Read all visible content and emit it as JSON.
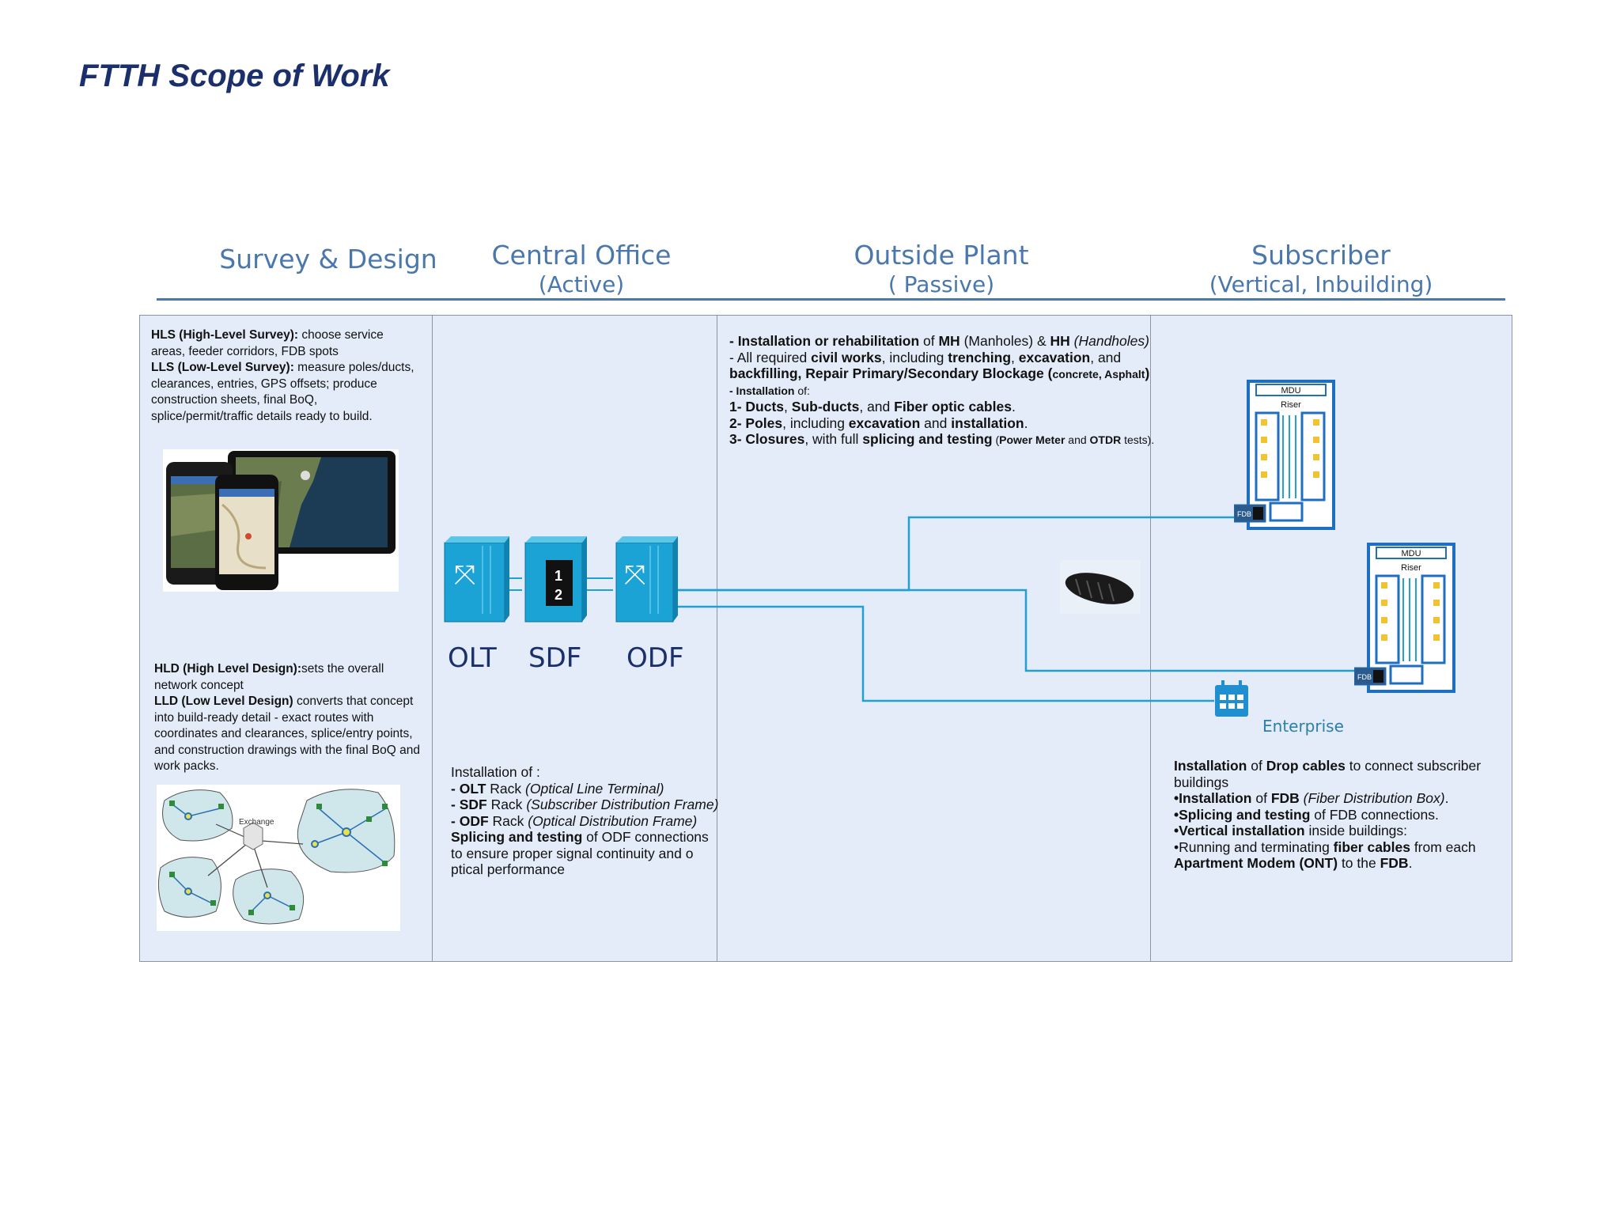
{
  "title": "FTTH Scope of Work",
  "columns": {
    "survey": {
      "title": "Survey & Design",
      "subtitle": ""
    },
    "central": {
      "title": "Central Office",
      "subtitle": "(Active)"
    },
    "outside": {
      "title": "Outside Plant",
      "subtitle": "( Passive)"
    },
    "subscriber": {
      "title": "Subscriber",
      "subtitle": "(Vertical, Inbuilding)"
    }
  },
  "survey": {
    "hls_label": "HLS (High-Level Survey):",
    "hls_text": " choose service areas, feeder corridors, FDB spots",
    "lls_label": "LLS (Low-Level Survey):",
    "lls_text": " measure poles/ducts, clearances, entries, GPS offsets; produce construction sheets, final BoQ, splice/permit/traffic details ready to build.",
    "hld_label": "HLD (High Level Design):",
    "hld_text": "sets the overall network concept",
    "lld_label": "LLD (Low Level Design)",
    "lld_text": " converts that concept into build-ready detail - exact routes with coordinates and clearances, splice/entry points, and construction drawings with the final BoQ and work packs.",
    "map_label": "Exchange"
  },
  "central": {
    "devices": [
      "OLT",
      "SDF",
      "ODF"
    ],
    "sdf_numbers": [
      "1",
      "2"
    ],
    "intro": "Installation of :",
    "items": [
      {
        "prefix": "- ",
        "name": "OLT",
        "mid": " Rack ",
        "desc": "(Optical Line Terminal)"
      },
      {
        "prefix": "- ",
        "name": "SDF",
        "mid": " Rack ",
        "desc": "(Subscriber Distribution Frame)"
      },
      {
        "prefix": "- ",
        "name": "ODF",
        "mid": " Rack ",
        "desc": "(Optical Distribution Frame)"
      }
    ],
    "splice_bold": "Splicing and testing",
    "splice_rest": " of ODF connections",
    "splice_line2": " to ensure proper signal continuity and o",
    "splice_line3": "ptical performance"
  },
  "outside": {
    "l1": {
      "a": "- Installation or rehabilitation",
      "b": " of ",
      "c": "MH",
      "d": " (Manholes) & ",
      "e": "HH",
      "f": " (Handholes)"
    },
    "l2": {
      "a": "- All required ",
      "b": "civil works",
      "c": ", including ",
      "d": "trenching",
      "e": ", ",
      "f": "excavation",
      "g": ", and"
    },
    "l3": {
      "a": "backfilling, Repair Primary/Secondary Blockage (",
      "b": "concrete, Asphalt",
      "c": ")"
    },
    "l4": {
      "a": "- Installation",
      "b": " of:"
    },
    "l5": {
      "a": "1- Ducts",
      "b": ", ",
      "c": "Sub-ducts",
      "d": ", and ",
      "e": "Fiber optic cables",
      "f": "."
    },
    "l6": {
      "a": "2- Poles",
      "b": ", including ",
      "c": "excavation",
      "d": " and ",
      "e": "installation",
      "f": "."
    },
    "l7": {
      "a": "3- Closures",
      "b": ", with full ",
      "c": "splicing and testing",
      "d": " (",
      "e": "Power Meter",
      "f": " and ",
      "g": "OTDR",
      "h": " tests)."
    }
  },
  "subscriber": {
    "mdu_label": "MDU",
    "riser_label": "Riser",
    "fdb_label": "FDB",
    "enterprise_label": "Enterprise",
    "p1": {
      "a": "Installation",
      "b": " of ",
      "c": "Drop cables",
      "d": " to connect subscriber buildings"
    },
    "p2": {
      "a": "•Installation",
      "b": " of ",
      "c": "FDB",
      "d": " (Fiber Distribution Box)",
      "e": "."
    },
    "p3": {
      "a": "•Splicing and testing",
      "b": " of FDB connections."
    },
    "p4": {
      "a": "•Vertical installation",
      "b": " inside buildings:"
    },
    "p5": {
      "a": "•Running and terminating ",
      "b": "fiber cables",
      "c": " from each"
    },
    "p6": {
      "a": "Apartment Modem (ONT)",
      "b": " to the ",
      "c": "FDB",
      "d": "."
    }
  },
  "colors": {
    "title": "#1a2f6b",
    "heading": "#4a78ad",
    "panel": "#e3ecf8",
    "device": "#1ba3d6",
    "fiber": "#23a0d0",
    "mdu": "#1f6fc0"
  }
}
